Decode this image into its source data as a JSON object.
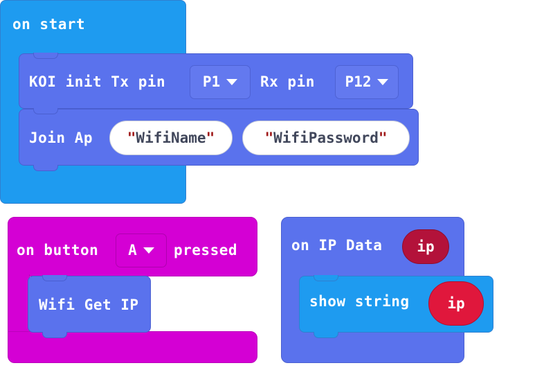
{
  "workspace": {
    "title": "Blocks Workspace",
    "background": "#ffffff"
  },
  "colors": {
    "event_blue": "#1e9bf0",
    "koi_blue": "#5a72ed",
    "event_magenta": "#d400d4",
    "variable_red_dark": "#b3123a",
    "variable_red_bright": "#e0173c",
    "field_white": "#ffffff",
    "string_text": "#41475b",
    "quote_red": "#a01a1a"
  },
  "stacks": {
    "on_start": {
      "hat_label": "on start",
      "statements": [
        {
          "name": "koi-init",
          "text_before": "KOI init Tx pin",
          "tx_dropdown": {
            "value": "P1",
            "icon": "chevron-down-icon"
          },
          "text_middle": "Rx pin",
          "rx_dropdown": {
            "value": "P12",
            "icon": "chevron-down-icon"
          }
        },
        {
          "name": "join-ap",
          "text_before": "Join Ap",
          "ssid_field": {
            "open_quote": "\"",
            "value": "WifiName",
            "close_quote": "\""
          },
          "password_field": {
            "open_quote": "\"",
            "value": "WifiPassword",
            "close_quote": "\""
          }
        }
      ]
    },
    "on_button_pressed": {
      "text_before": "on button",
      "button_dropdown": {
        "value": "A",
        "icon": "chevron-down-icon"
      },
      "text_after": "pressed",
      "statements": [
        {
          "name": "wifi-get-ip",
          "label": "Wifi Get IP"
        }
      ]
    },
    "on_ip_data": {
      "hat_label": "on IP Data",
      "parameter": "ip",
      "statements": [
        {
          "name": "show-string",
          "label": "show string",
          "argument": "ip"
        }
      ]
    }
  }
}
